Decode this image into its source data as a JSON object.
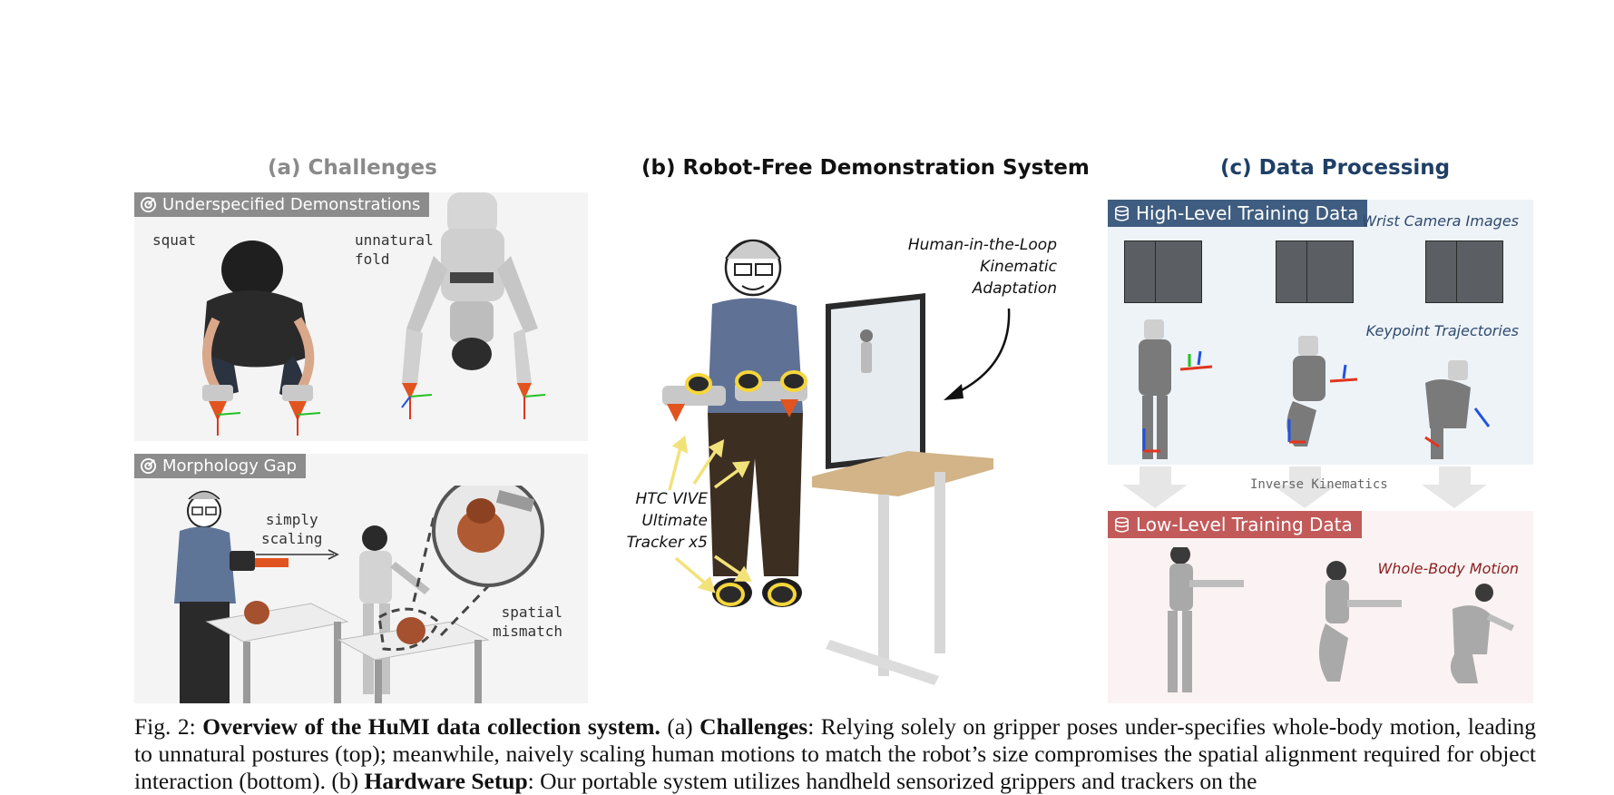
{
  "headings": {
    "a": "(a) Challenges",
    "b": "(b) Robot-Free Demonstration System",
    "c": "(c) Data Processing"
  },
  "colors": {
    "heading_a": "#8a8a8a",
    "heading_b": "#111111",
    "heading_c": "#1f3f66",
    "tag_gray": "#8c8c8c",
    "tag_blue": "#3f5d80",
    "tag_red": "#c25a5a",
    "label_blue": "#2f4a6e",
    "label_red": "#8a1f1f"
  },
  "panel_a": {
    "top": {
      "tag": "Underspecified Demonstrations",
      "labels": {
        "squat": "squat",
        "fold": "unnatural\nfold"
      }
    },
    "bottom": {
      "tag": "Morphology Gap",
      "labels": {
        "scaling": "simply\nscaling",
        "mismatch": "spatial\nmismatch"
      }
    }
  },
  "panel_b": {
    "hil": "Human-in-the-Loop\nKinematic\nAdaptation",
    "tracker": "HTC VIVE\nUltimate\nTracker x5"
  },
  "panel_c": {
    "high": {
      "tag": "High-Level Training Data",
      "wrist": "Wrist Camera Images",
      "keypoint": "Keypoint Trajectories"
    },
    "ik": "Inverse Kinematics",
    "low": {
      "tag": "Low-Level Training Data",
      "motion": "Whole-Body Motion"
    }
  },
  "caption": {
    "prefix": "Fig. 2: ",
    "title": "Overview of the HuMI data collection system.",
    "a_marker": " (a) ",
    "a_title": "Challenges",
    "a_text": ": Relying solely on gripper poses under-specifies whole-body motion, leading to unnatural postures (top); meanwhile, naively scaling human motions to match the robot’s size compromises the spatial alignment required for object interaction (bottom).",
    "b_marker": " (b) ",
    "b_title": "Hardware Setup",
    "b_text": ": Our portable system utilizes handheld sensorized grippers and trackers on the"
  }
}
